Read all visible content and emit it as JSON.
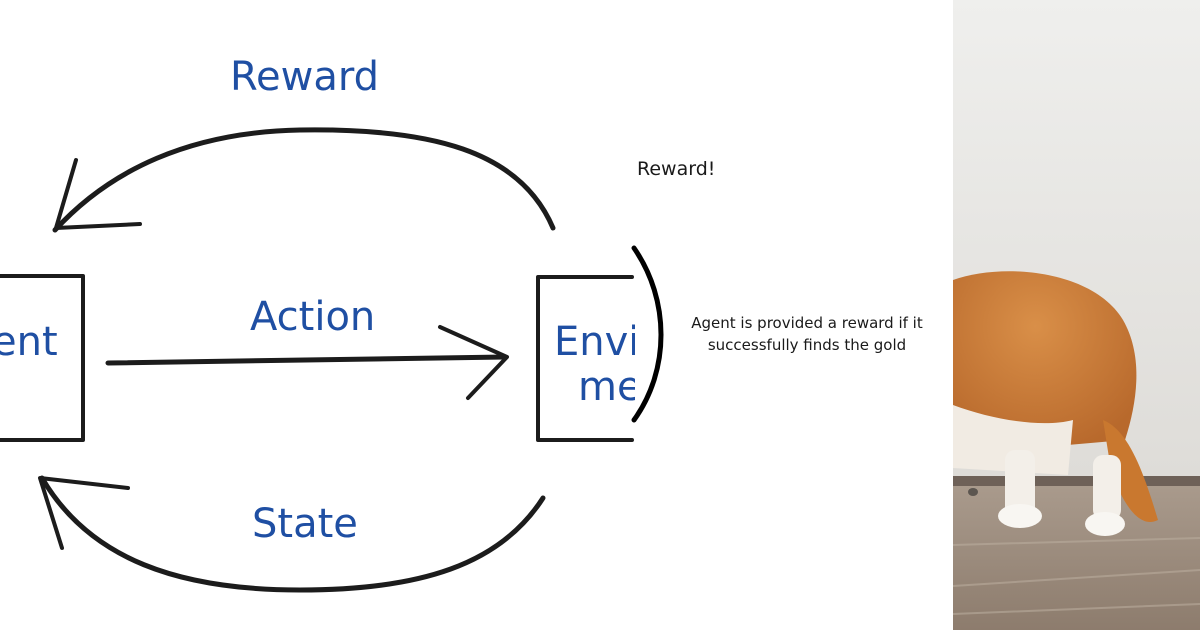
{
  "diagram": {
    "reward_label": "Reward",
    "action_label": "Action",
    "state_label": "State",
    "agent_box_text": "ent",
    "environment_box_text_line1": "Envi",
    "environment_box_text_line2": "me",
    "label_color": "#1f4fa3"
  },
  "annotation": {
    "reward_note": "Reward!",
    "description": "Agent is provided a reward  if it successfully finds the gold"
  },
  "photo": {
    "subject": "corgi dog standing on wooden floor",
    "icon": "corgi-photo"
  }
}
